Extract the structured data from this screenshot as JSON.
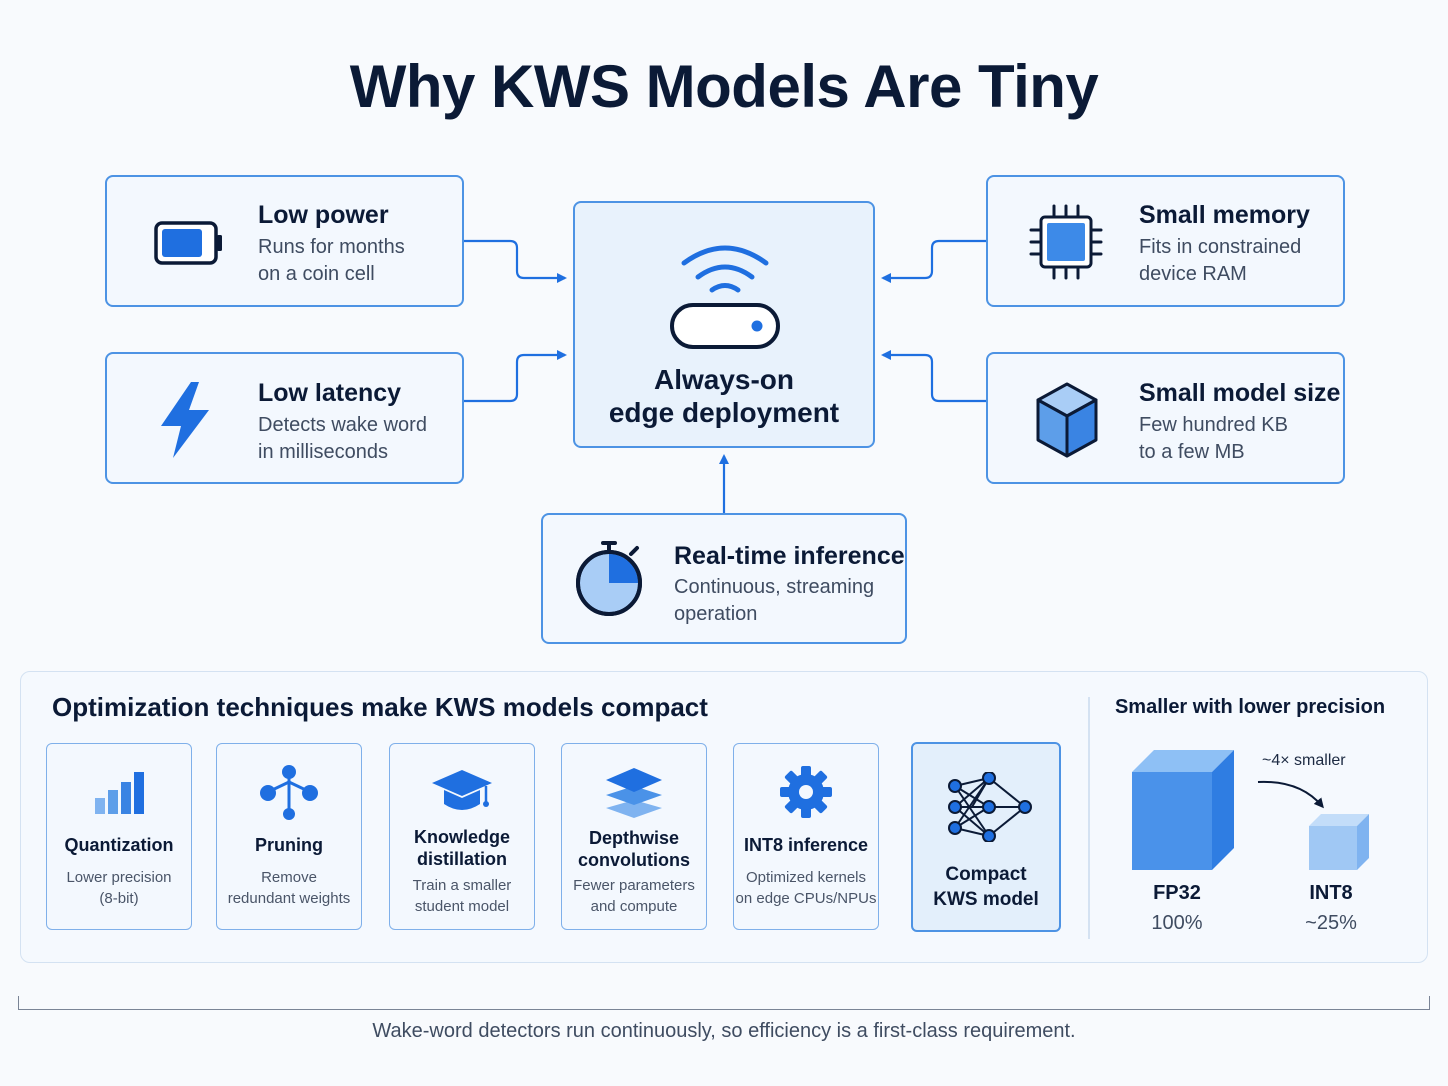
{
  "title": "Why KWS Models Are Tiny",
  "center": {
    "line1": "Always-on",
    "line2": "edge deployment"
  },
  "cards": {
    "low_power": {
      "title": "Low power",
      "line1": "Runs for months",
      "line2": "on a coin cell"
    },
    "low_latency": {
      "title": "Low latency",
      "line1": "Detects wake word",
      "line2": "in milliseconds"
    },
    "small_memory": {
      "title": "Small memory",
      "line1": "Fits in constrained",
      "line2": "device RAM"
    },
    "small_model": {
      "title": "Small model size",
      "line1": "Few hundred KB",
      "line2": "to a few MB"
    },
    "realtime": {
      "title": "Real-time inference",
      "line1": "Continuous, streaming",
      "line2": "operation"
    }
  },
  "optimization": {
    "title": "Optimization techniques make KWS models compact",
    "steps": [
      {
        "title1": "Quantization",
        "title2": "",
        "desc1": "Lower precision",
        "desc2": "(8-bit)"
      },
      {
        "title1": "Pruning",
        "title2": "",
        "desc1": "Remove",
        "desc2": "redundant weights"
      },
      {
        "title1": "Knowledge",
        "title2": "distillation",
        "desc1": "Train a smaller",
        "desc2": "student model"
      },
      {
        "title1": "Depthwise",
        "title2": "convolutions",
        "desc1": "Fewer parameters",
        "desc2": "and compute"
      },
      {
        "title1": "INT8 inference",
        "title2": "",
        "desc1": "Optimized kernels",
        "desc2": "on edge CPUs/NPUs"
      }
    ],
    "final": {
      "line1": "Compact",
      "line2": "KWS model"
    }
  },
  "precision": {
    "title": "Smaller with lower precision",
    "note": "~4× smaller",
    "fp32": {
      "label": "FP32",
      "value": "100%"
    },
    "int8": {
      "label": "INT8",
      "value": "~25%"
    }
  },
  "footer": "Wake-word detectors run continuously, so efficiency is a first-class requirement.",
  "colors": {
    "accent": "#1f6fe0",
    "border": "#4d93e4",
    "light_fill": "#f3f8fe",
    "title": "#0b1a36"
  }
}
